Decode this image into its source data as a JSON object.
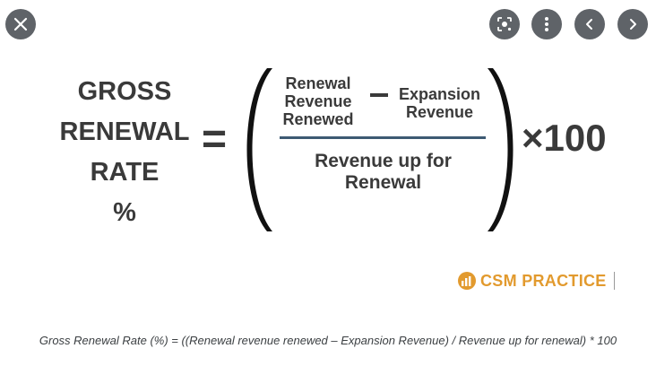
{
  "controls": {
    "close": "close-icon",
    "lens": "lens-icon",
    "more": "more-vert-icon",
    "prev": "chevron-left-icon",
    "next": "chevron-right-icon",
    "button_color": "#5f6368"
  },
  "formula": {
    "lhs": [
      "GROSS",
      "RENEWAL",
      "RATE",
      "%"
    ],
    "equals": "=",
    "term_a": [
      "Renewal",
      "Revenue",
      "Renewed"
    ],
    "term_b": [
      "Expansion",
      "Revenue"
    ],
    "denominator": [
      "Revenue up for",
      "Renewal"
    ],
    "multiplier": "×100",
    "text_color": "#3a3a3a",
    "bar_color": "#3d5a73"
  },
  "brand": {
    "name": "CSM PRACTICE",
    "color": "#e29a2e",
    "logo": "csm-practice-logo-icon"
  },
  "caption": "Gross Renewal Rate (%) = ((Renewal revenue renewed – Expansion Revenue) / Revenue up for renewal) * 100"
}
